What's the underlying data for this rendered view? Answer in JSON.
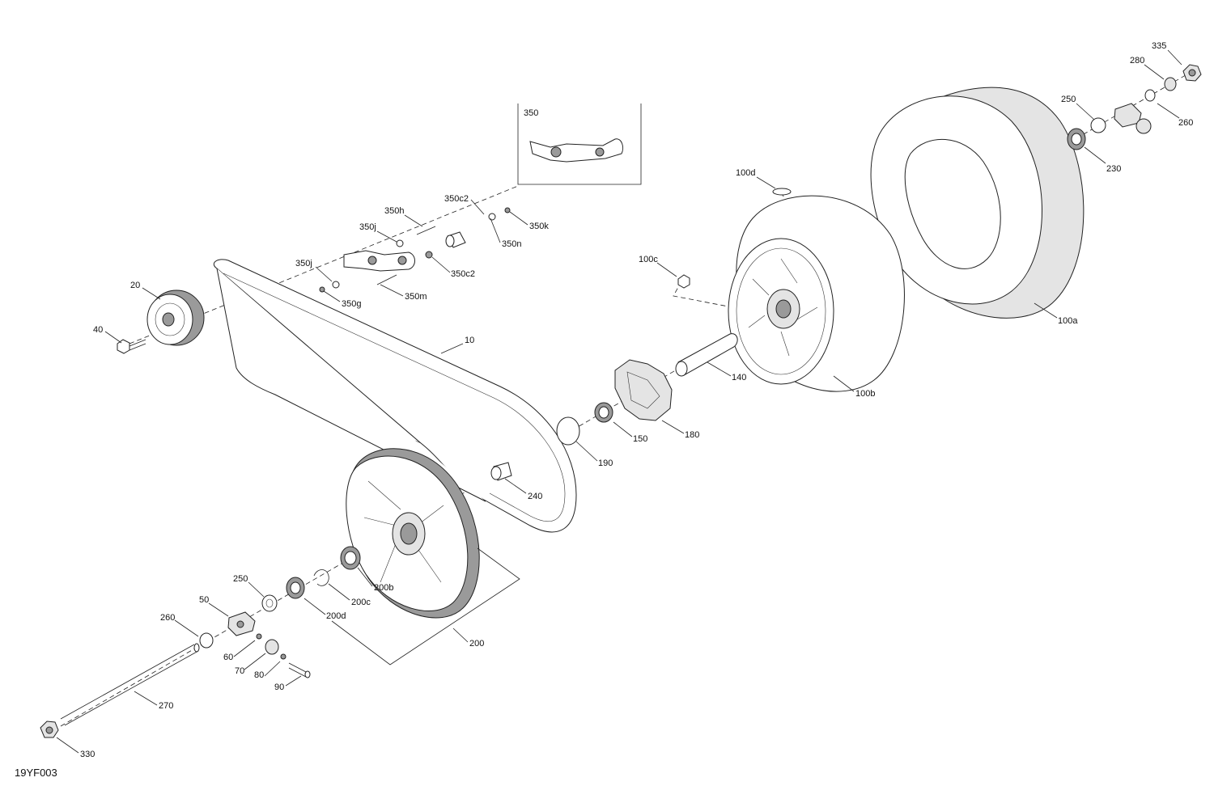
{
  "figure_id": "19YF003",
  "callouts": [
    {
      "id": "335",
      "text": "335"
    },
    {
      "id": "280",
      "text": "280"
    },
    {
      "id": "250-rear",
      "text": "250"
    },
    {
      "id": "260-rear",
      "text": "260"
    },
    {
      "id": "230",
      "text": "230"
    },
    {
      "id": "350",
      "text": "350"
    },
    {
      "id": "100d",
      "text": "100d"
    },
    {
      "id": "350c2-top",
      "text": "350c2"
    },
    {
      "id": "350h",
      "text": "350h"
    },
    {
      "id": "350k",
      "text": "350k"
    },
    {
      "id": "350j-top",
      "text": "350j"
    },
    {
      "id": "350n",
      "text": "350n"
    },
    {
      "id": "350j-bottom",
      "text": "350j"
    },
    {
      "id": "350c2-bottom",
      "text": "350c2"
    },
    {
      "id": "100c",
      "text": "100c"
    },
    {
      "id": "20",
      "text": "20"
    },
    {
      "id": "350m",
      "text": "350m"
    },
    {
      "id": "350g",
      "text": "350g"
    },
    {
      "id": "100a",
      "text": "100a"
    },
    {
      "id": "40",
      "text": "40"
    },
    {
      "id": "10",
      "text": "10"
    },
    {
      "id": "140",
      "text": "140"
    },
    {
      "id": "100b",
      "text": "100b"
    },
    {
      "id": "180",
      "text": "180"
    },
    {
      "id": "150",
      "text": "150"
    },
    {
      "id": "190",
      "text": "190"
    },
    {
      "id": "240",
      "text": "240"
    },
    {
      "id": "250-front",
      "text": "250"
    },
    {
      "id": "200b",
      "text": "200b"
    },
    {
      "id": "200c",
      "text": "200c"
    },
    {
      "id": "50",
      "text": "50"
    },
    {
      "id": "200d",
      "text": "200d"
    },
    {
      "id": "260-front",
      "text": "260"
    },
    {
      "id": "200",
      "text": "200"
    },
    {
      "id": "60",
      "text": "60"
    },
    {
      "id": "70",
      "text": "70"
    },
    {
      "id": "80",
      "text": "80"
    },
    {
      "id": "90",
      "text": "90"
    },
    {
      "id": "270",
      "text": "270"
    },
    {
      "id": "330",
      "text": "330"
    }
  ]
}
